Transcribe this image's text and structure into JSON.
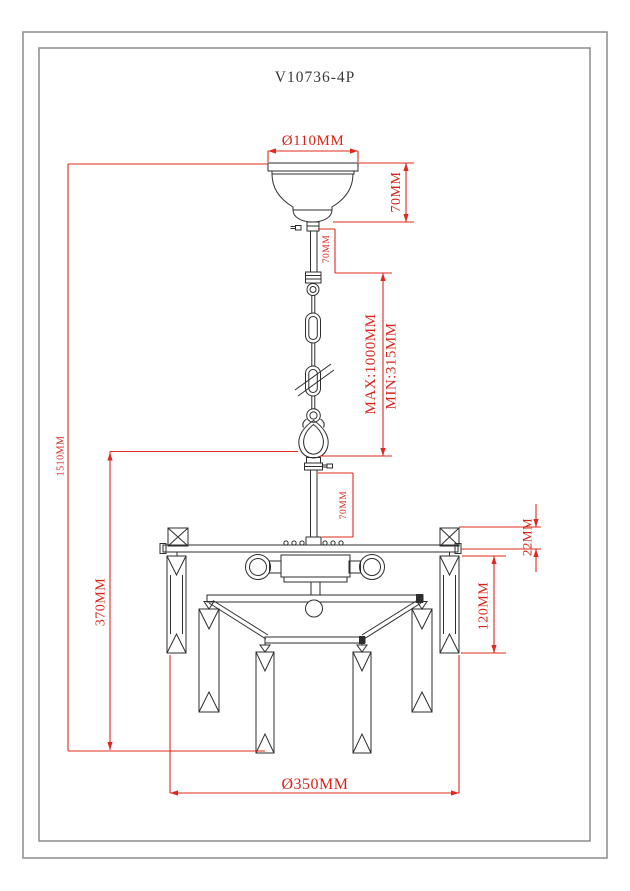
{
  "drawing": {
    "title": "V10736-4P",
    "dimensions": {
      "canopy_diameter": "Ø110MM",
      "canopy_height": "70MM",
      "upper_stem": "70MM",
      "suspension_max": "MAX:1000MM",
      "suspension_min": "MIN:315MM",
      "overall_height": "1510MM",
      "fixture_height": "370MM",
      "lower_stem": "70MM",
      "frame_thickness": "22MM",
      "crystal_length": "120MM",
      "fixture_diameter": "Ø350MM"
    },
    "colors": {
      "dimension_red": "#e0281e",
      "line_black": "#2e2e2e",
      "border_gray": "#8c8c8c"
    }
  }
}
